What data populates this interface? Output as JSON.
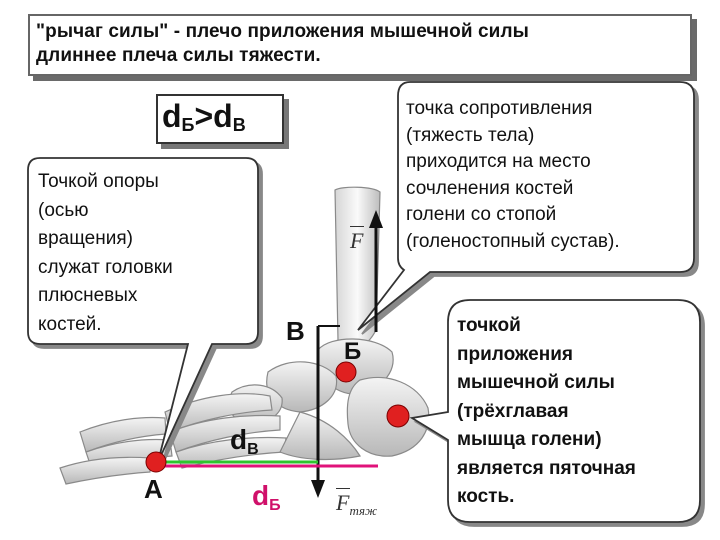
{
  "title": {
    "line1": "\"рычаг силы\" - плечо приложения мышечной силы",
    "line2": "длиннее плеча силы тяжести."
  },
  "formula": {
    "d": "d",
    "b_sub": "Б",
    "gt": ">",
    "v_sub": "В"
  },
  "callout_support": {
    "lines": [
      "Точкой опоры",
      "(осью",
      "вращения)",
      "служат головки",
      "плюсневых",
      "костей."
    ]
  },
  "callout_resistance": {
    "lines": [
      "точка сопротивления",
      "(тяжесть тела)",
      "приходится на место",
      "сочленения костей",
      "голени со стопой",
      "(голеностопный сустав)."
    ]
  },
  "callout_muscle": {
    "lines": [
      "точкой",
      "приложения",
      "мышечной силы",
      "(трёхглавая",
      "мышца голени)",
      "является пяточная",
      "кость."
    ]
  },
  "points": {
    "a": "А",
    "b": "Б",
    "v": "В"
  },
  "arms": {
    "dv_d": "d",
    "dv_sub": "В",
    "db_d": "d",
    "db_sub": "Б"
  },
  "forces": {
    "f": "F",
    "f_heavy": "F",
    "f_heavy_sub": "тяж"
  },
  "colors": {
    "point_red": "#e02020",
    "arm_green": "#2ec52e",
    "arm_magenta": "#e0127a",
    "arrow": "#111111"
  }
}
